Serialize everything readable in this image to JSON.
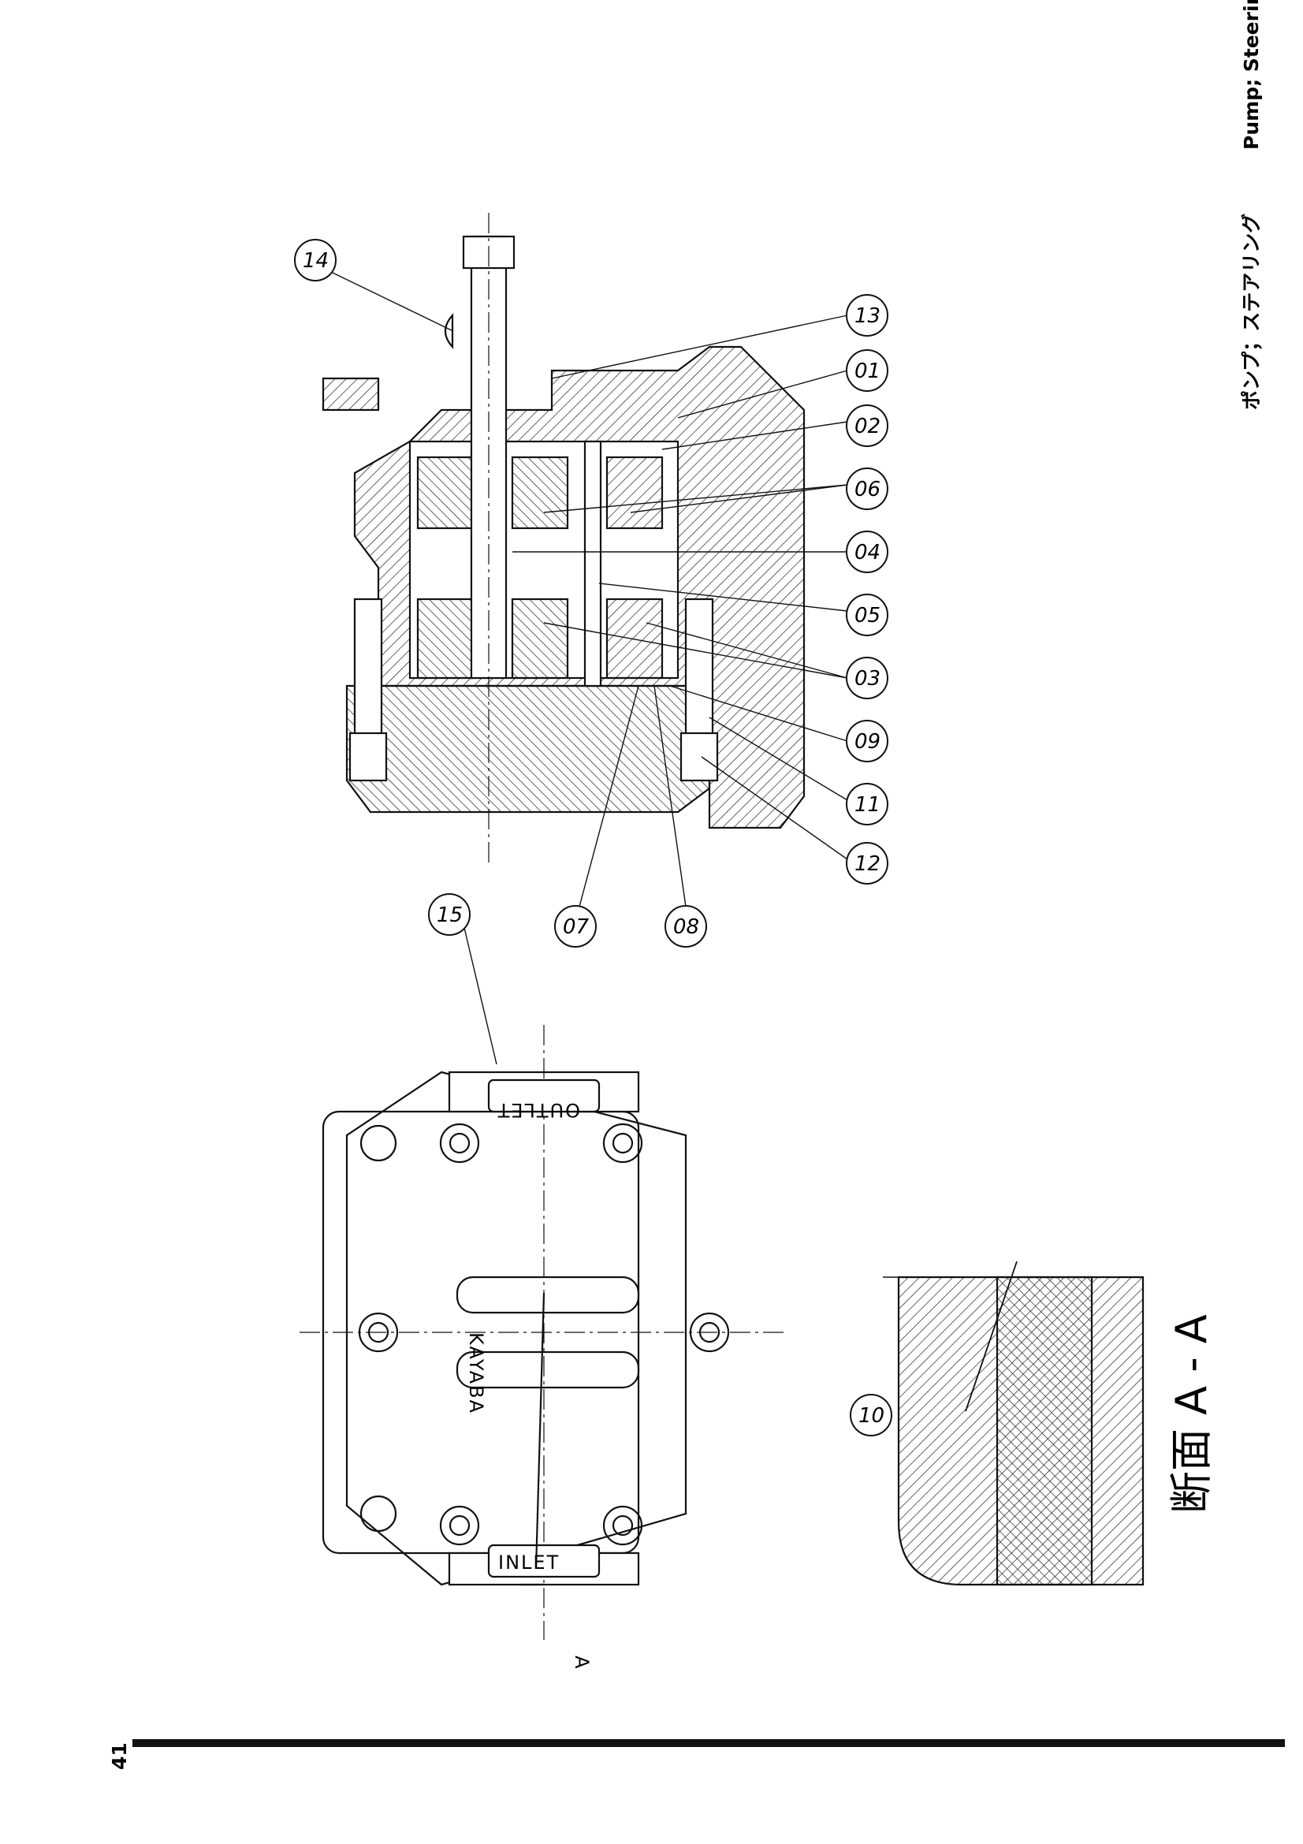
{
  "header": {
    "title_jp": "ポンプ；ステアリング",
    "title_en": "Pump; Steering",
    "page_number": "41"
  },
  "balloons": [
    {
      "id": "b14",
      "label": "14"
    },
    {
      "id": "b13",
      "label": "13"
    },
    {
      "id": "b01",
      "label": "01"
    },
    {
      "id": "b02",
      "label": "02"
    },
    {
      "id": "b06",
      "label": "06"
    },
    {
      "id": "b04",
      "label": "04"
    },
    {
      "id": "b05",
      "label": "05"
    },
    {
      "id": "b03",
      "label": "03"
    },
    {
      "id": "b09",
      "label": "09"
    },
    {
      "id": "b11",
      "label": "11"
    },
    {
      "id": "b12",
      "label": "12"
    },
    {
      "id": "b07",
      "label": "07"
    },
    {
      "id": "b08",
      "label": "08"
    },
    {
      "id": "b15",
      "label": "15"
    },
    {
      "id": "b10",
      "label": "10"
    }
  ],
  "front_view": {
    "outlet_label": "OUTLET",
    "inlet_label": "INLET",
    "brand": "KAYABA",
    "section_marker": "A"
  },
  "section_title": "断面 A - A"
}
